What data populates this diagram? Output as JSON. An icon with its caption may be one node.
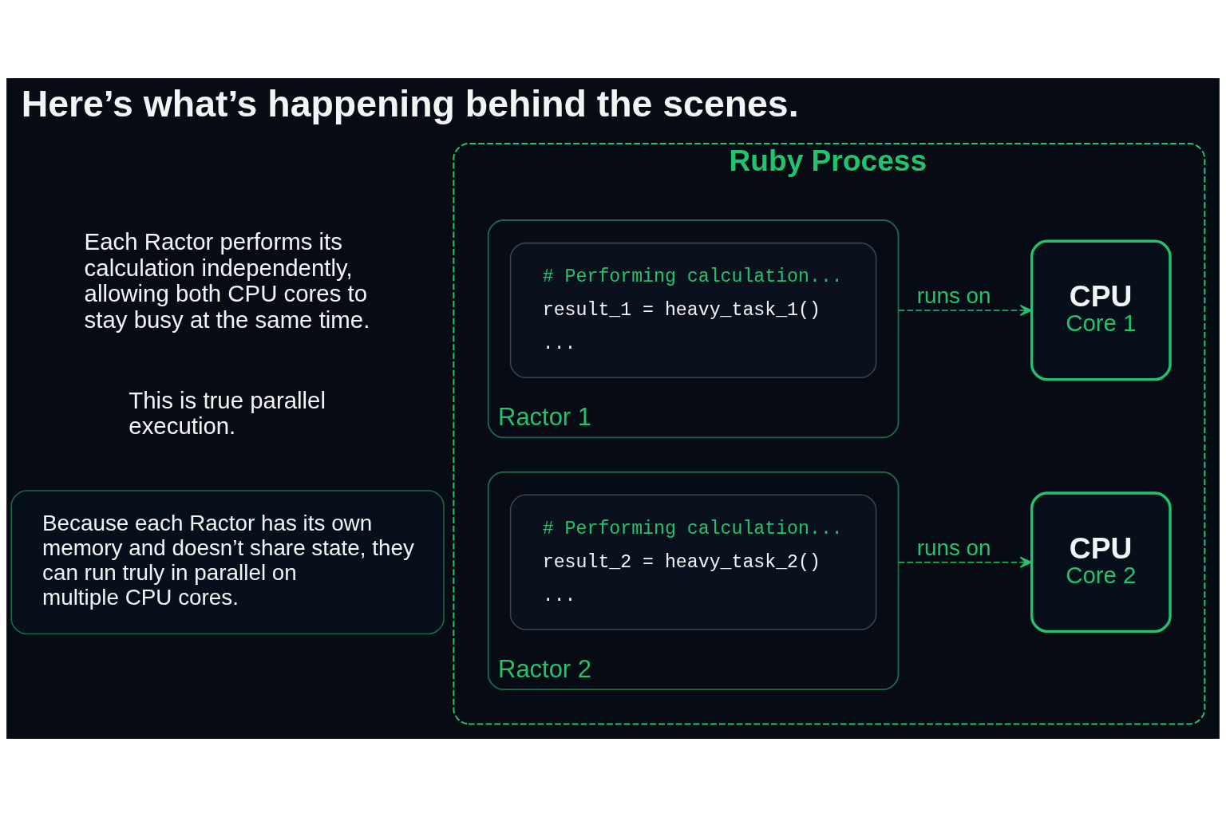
{
  "diagram": {
    "title": "Here’s what’s happening behind the scenes.",
    "nodes": [
      {
        "text": [
          "Ruby Process"
        ]
      },
      {
        "text": [
          "Ractor 1"
        ],
        "in": 0
      },
      {
        "text": [
          "# Performing calculation...",
          "result_1 = heavy_task_1()",
          "..."
        ],
        "in": 1
      },
      {
        "text": [
          "CPU",
          "Core 1"
        ],
        "in": 0
      },
      {
        "text": [
          "Ractor 2"
        ],
        "in": 0
      },
      {
        "text": [
          "# Performing calculation...",
          "result_2 = heavy_task_2()",
          "..."
        ],
        "in": 4
      },
      {
        "text": [
          "CPU",
          "Core 2"
        ],
        "in": 0
      },
      {
        "text": [
          "Because each Ractor has its own memory and doesn’t share state, they can run truly in parallel on multiple CPU cores."
        ]
      }
    ],
    "edges": [
      {
        "from": 1,
        "to": 3,
        "arrow": "to",
        "label": "runs on",
        "style": "dashed"
      },
      {
        "from": 4,
        "to": 6,
        "arrow": "to",
        "label": "runs on",
        "style": "dashed"
      }
    ],
    "labels": [
      "Each Ractor performs its calculation independently, allowing both CPU cores to stay busy at the same time.",
      "This is true parallel execution."
    ]
  }
}
